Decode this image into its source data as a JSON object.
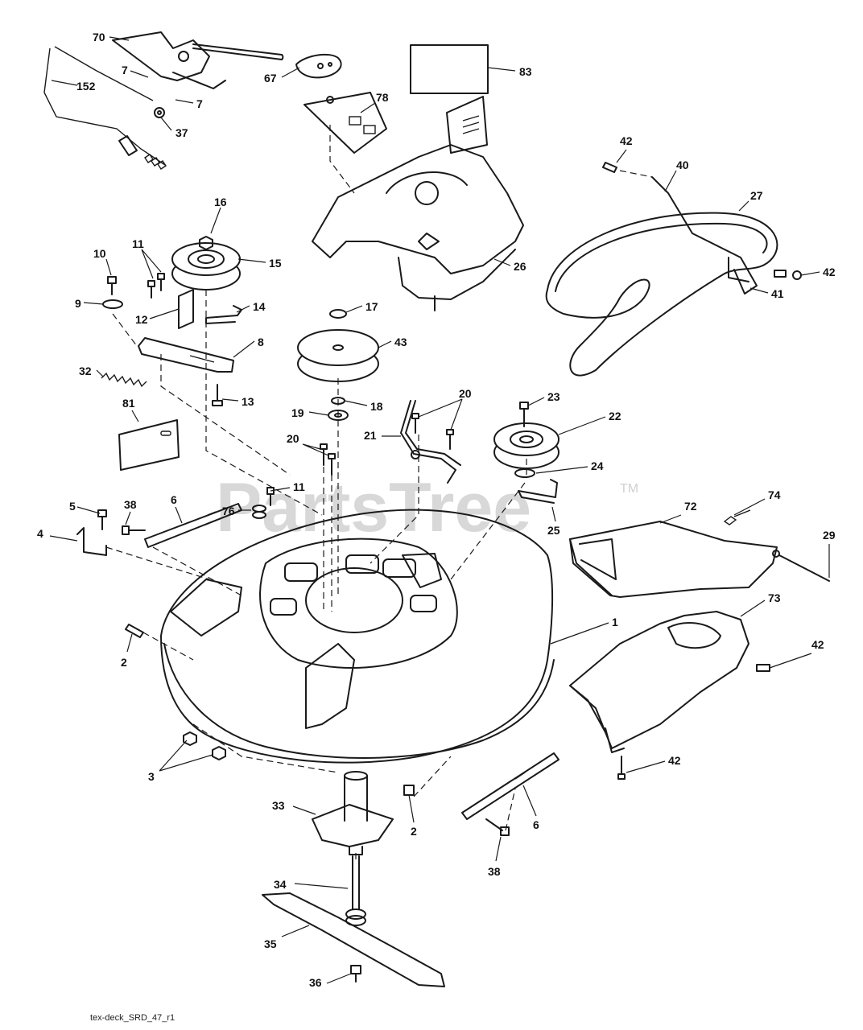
{
  "watermark": {
    "text": "PartsTree",
    "tm": "TM"
  },
  "caption": "tex-deck_SRD_47_r1",
  "callouts": {
    "c70": "70",
    "c7a": "7",
    "c7b": "7",
    "c152": "152",
    "c37": "37",
    "c67": "67",
    "c83": "83",
    "c78": "78",
    "c42a": "42",
    "c40": "40",
    "c27": "27",
    "c42b": "42",
    "c41": "41",
    "c16": "16",
    "c10": "10",
    "c11a": "11",
    "c15": "15",
    "c26": "26",
    "c9": "9",
    "c12": "12",
    "c14": "14",
    "c17": "17",
    "c8": "8",
    "c43": "43",
    "c32": "32",
    "c13": "13",
    "c18": "18",
    "c81": "81",
    "c19": "19",
    "c20a": "20",
    "c23": "23",
    "c21": "21",
    "c22": "22",
    "c20b": "20",
    "c24": "24",
    "c11b": "11",
    "c5": "5",
    "c38a": "38",
    "c6a": "6",
    "c76": "76",
    "c72": "72",
    "c74": "74",
    "c4": "4",
    "c25": "25",
    "c29": "29",
    "c73": "73",
    "c1": "1",
    "c2a": "2",
    "c42c": "42",
    "c3": "3",
    "c42d": "42",
    "c33": "33",
    "c2b": "2",
    "c6b": "6",
    "c38b": "38",
    "c34": "34",
    "c35": "35",
    "c36": "36"
  }
}
